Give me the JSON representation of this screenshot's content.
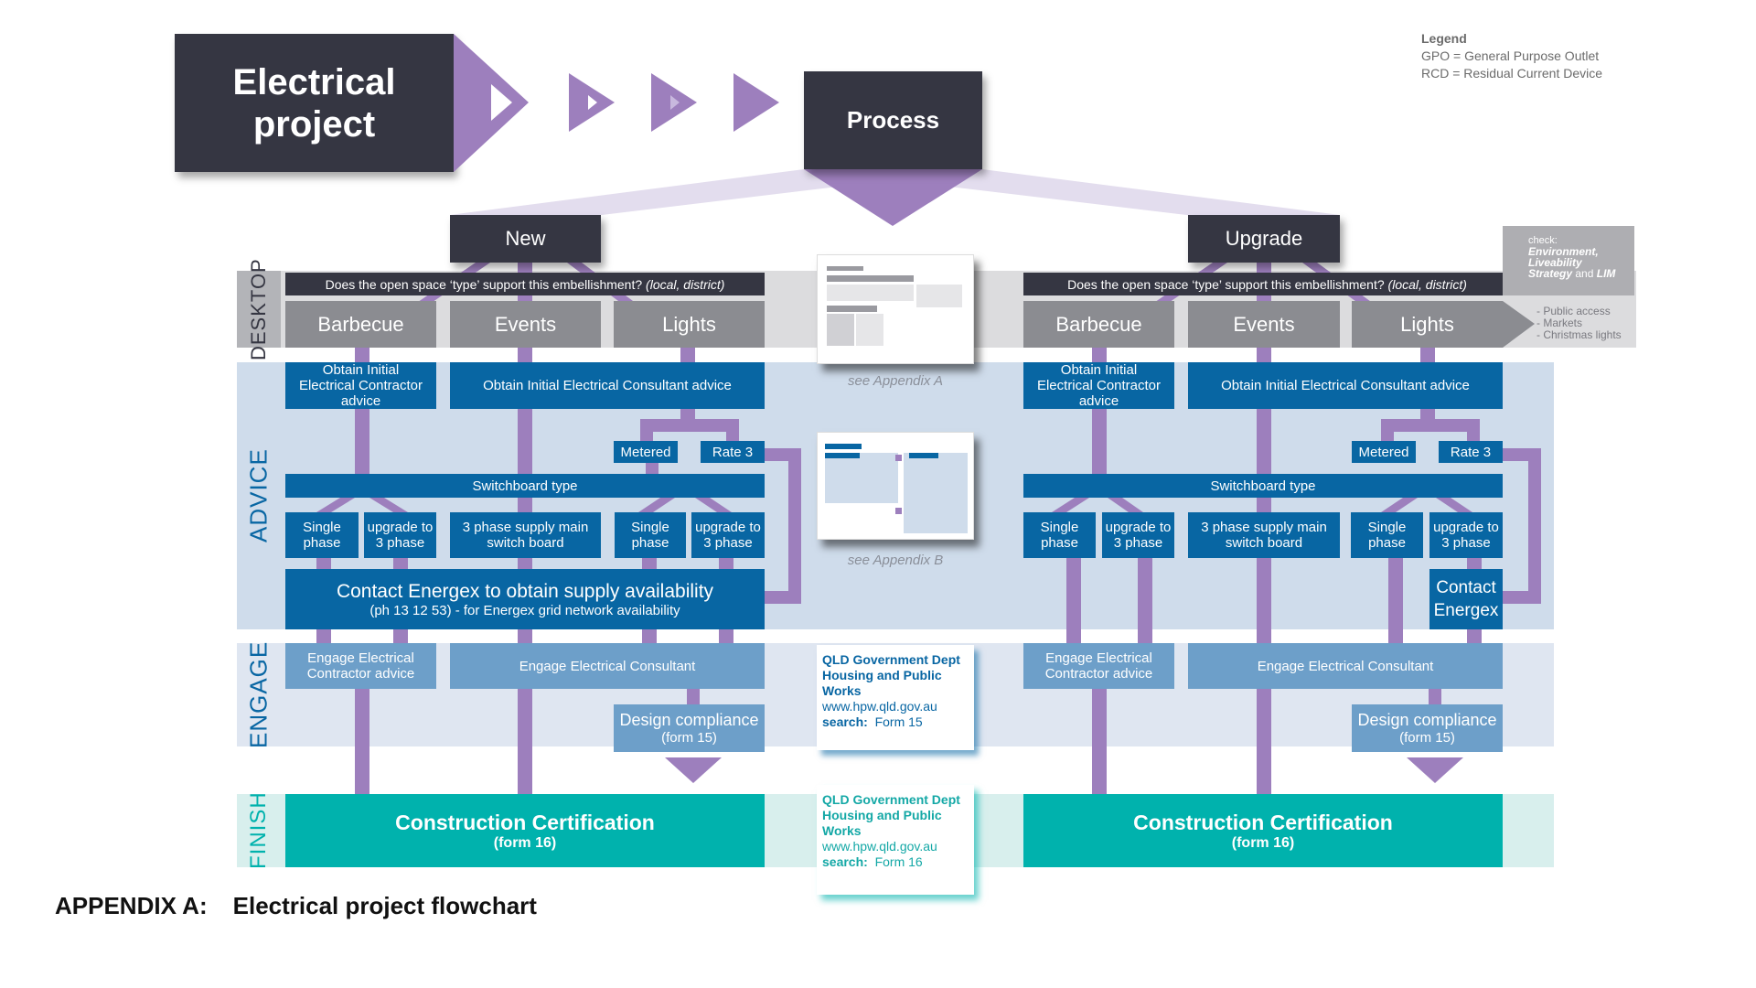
{
  "header": {
    "title": "Electrical project",
    "process": "Process",
    "legend": {
      "heading": "Legend",
      "items": [
        "GPO = General Purpose Outlet",
        "RCD = Residual Current Device"
      ]
    }
  },
  "branches": {
    "new": "New",
    "upgrade": "Upgrade"
  },
  "sections": {
    "desktop": "DESKTOP",
    "advice": "ADVICE",
    "engage": "ENGAGE",
    "finish": "FINISH"
  },
  "desktop": {
    "question": "Does the open space ‘type’ support this embellishment?",
    "question_scope": "(local, district)",
    "categories": [
      "Barbecue",
      "Events",
      "Lights"
    ],
    "check_box": {
      "prefix": "check:",
      "line1": "Environment,",
      "line2": "Liveability",
      "line3a": "Strategy",
      "line3b": " and ",
      "line3c": "LIM"
    },
    "notes": [
      "- Public access",
      "- Markets",
      "- Christmas lights"
    ]
  },
  "advice": {
    "contractor": "Obtain Initial Electrical Contractor advice",
    "consultant": "Obtain Initial Electrical Consultant advice",
    "metered": "Metered",
    "rate3": "Rate 3",
    "switchboard": "Switchboard type",
    "single_phase": "Single phase",
    "upgrade_3phase": "upgrade to 3 phase",
    "three_phase_main": "3 phase supply main switch board",
    "energex_title": "Contact Energex to obtain supply availability",
    "energex_sub": "(ph 13 12 53) - for Energex grid network availability",
    "contact_energex": "Contact Energex"
  },
  "appendix": {
    "a_caption": "see Appendix A",
    "b_caption": "see Appendix B"
  },
  "engage": {
    "contractor": "Engage Electrical Contractor advice",
    "consultant": "Engage Electrical Consultant",
    "design_title": "Design compliance",
    "design_form": "(form 15)"
  },
  "finish": {
    "title": "Construction Certification",
    "form": "(form 16)"
  },
  "info_boxes": [
    {
      "org": "QLD Government Dept Housing and Public Works",
      "url": "www.hpw.qld.gov.au",
      "search_label": "search:",
      "search_value": "Form 15"
    },
    {
      "org": "QLD Government Dept Housing and Public Works",
      "url": "www.hpw.qld.gov.au",
      "search_label": "search:",
      "search_value": "Form 16"
    }
  ],
  "footer": {
    "label": "APPENDIX A:",
    "title": "Electrical project flowchart"
  },
  "colors": {
    "dark": "#353642",
    "purple": "#9d7fbd",
    "blue": "#0866a3",
    "light_blue": "#6d9fc9",
    "teal": "#00b2ad",
    "grey": "#8b8c91"
  }
}
